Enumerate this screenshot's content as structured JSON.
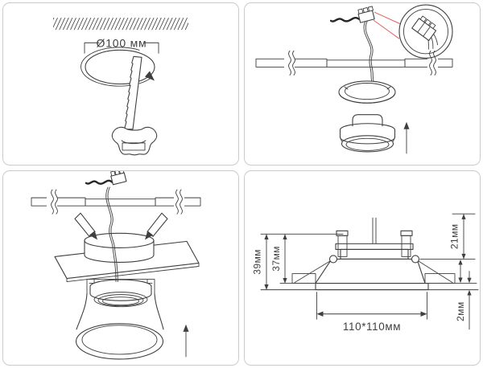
{
  "document": {
    "kind": "downlight-installation-instructions",
    "colors": {
      "background": "#ffffff",
      "border": "#cbcbcb",
      "line": "#3f3f3f",
      "accent": "#e06262"
    }
  },
  "steps": {
    "step1": {
      "hole_diameter": "Ø100 мм"
    },
    "step4": {
      "overall_height": "39мм",
      "housing_height": "37мм",
      "above_ceiling_height": "21мм",
      "trim_gap": "2мм",
      "cutout_size": "110*110мм"
    }
  }
}
